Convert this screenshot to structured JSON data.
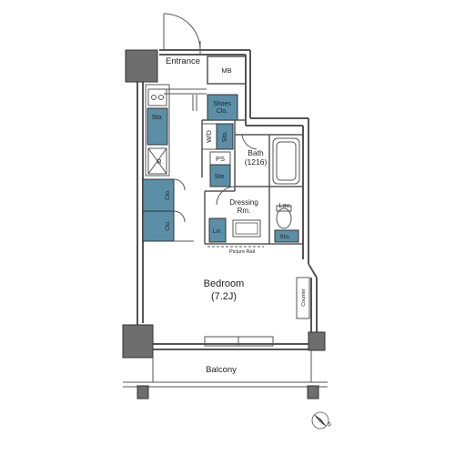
{
  "rooms": {
    "entrance": "Entrance",
    "mb": "MB",
    "shoes": [
      "Shoes",
      "Clo."
    ],
    "wd": "W/D",
    "ps": "PS",
    "bath": [
      "Bath",
      "(1216)"
    ],
    "dressing": [
      "Dressing",
      "Rm."
    ],
    "lav": "Lav.",
    "bedroom": [
      "Bedroom",
      "(7.2J)"
    ],
    "balcony": "Balcony",
    "picture_rail": "Picture Rail",
    "counter": "Counter"
  },
  "storage": {
    "kitchen_sto": "Sto.",
    "wd_sto": "Sto.",
    "bath_sto": "Sto.",
    "lav_sto": "Sto.",
    "lin": "Lin.",
    "clo_upper": "Clo.",
    "clo_lower": "Clo."
  },
  "appliances": {
    "fridge": "R"
  },
  "compass": {
    "north": "N"
  },
  "colors": {
    "storage_fill": "#5b8fa8",
    "wall": "#555555",
    "column": "#6e6e6e"
  }
}
